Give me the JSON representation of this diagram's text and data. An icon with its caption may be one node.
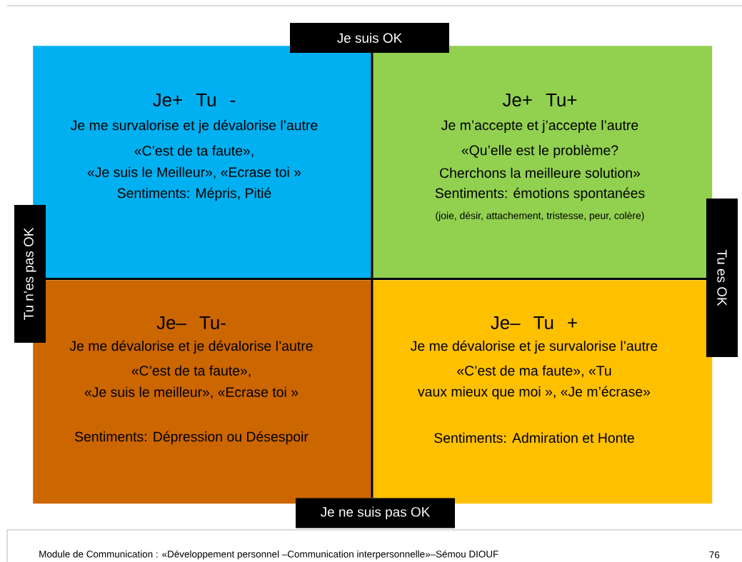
{
  "diagram": {
    "nodes": [
      {
        "text": [
          "Je suis OK"
        ]
      },
      {
        "text": [
          "Je+ Tu -",
          "Je me survalorise et je dévalorise l’autre",
          "«C’est de ta faute»,",
          "«Je suis le Meilleur», «Ecrase toi »",
          "Sentiments: Mépris, Pitié"
        ]
      },
      {
        "text": [
          "Je+ Tu+",
          "Je m’accepte et j’accepte l’autre",
          "«Qu’elle est le problème?",
          "Cherchons la meilleure solution»",
          "Sentiments: émotions spontanées",
          "(joie, désir, attachement, tristesse, peur, colère)"
        ]
      },
      {
        "text": [
          "Tu n’es pas OK"
        ]
      },
      {
        "text": [
          "Tu es OK"
        ]
      },
      {
        "text": [
          "Je– Tu-",
          "Je me dévalorise et je dévalorise l’autre",
          "«C’est de ta faute»,",
          "«Je suis le meilleur», «Ecrase toi »",
          "Sentiments: Dépression ou Désespoir"
        ]
      },
      {
        "text": [
          "Je– Tu +",
          "Je me dévalorise et je survalorise l’autre",
          "«C’est de ma faute», «Tu",
          "vaux mieux que moi », «Je m’écrase»",
          "Sentiments: Admiration et Honte"
        ]
      },
      {
        "text": [
          "Je ne suis pas OK"
        ]
      }
    ],
    "labels": [
      "Module de Communication : «Développement personnel –Communication interpersonnelle»–Sémou DIOUF",
      "76"
    ]
  }
}
